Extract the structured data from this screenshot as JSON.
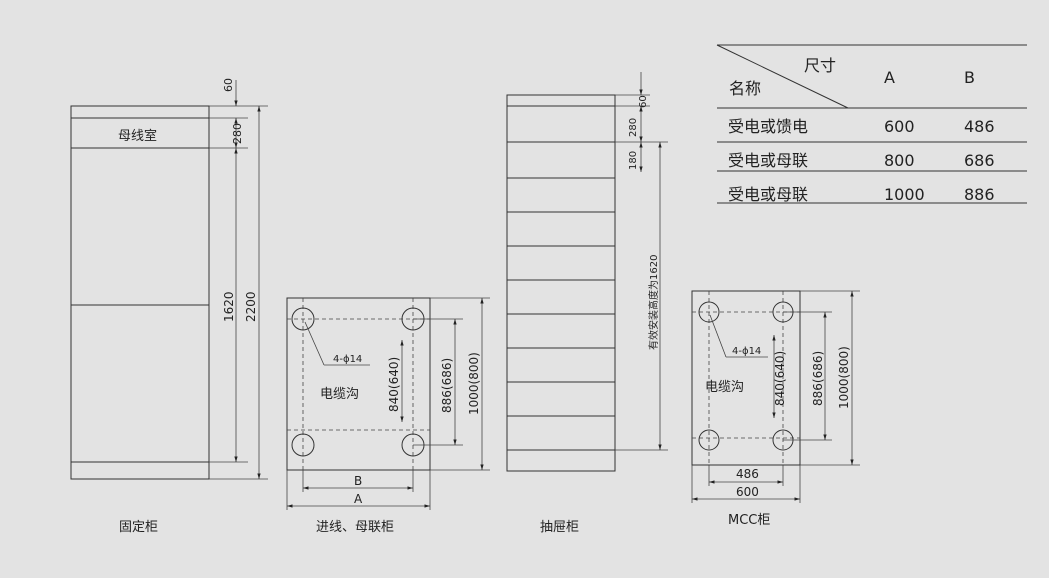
{
  "fixed": {
    "busbar_label": "母线室",
    "dim_60": "60",
    "dim_280": "280",
    "dim_1620": "1620",
    "dim_2200": "2200",
    "caption": "固定柜"
  },
  "incoming": {
    "hole_label": "4-ϕ14",
    "trench_label": "电缆沟",
    "dim_840": "840(640)",
    "dim_886": "886(686)",
    "dim_1000": "1000(800)",
    "dim_B": "B",
    "dim_A": "A",
    "caption": "进线、母联柜"
  },
  "drawer": {
    "dim_60": "60",
    "dim_280": "280",
    "dim_180": "180",
    "dim_effective": "有效安装高度为1620",
    "caption": "抽屉柜"
  },
  "mcc": {
    "hole_label": "4-ϕ14",
    "trench_label": "电缆沟",
    "dim_840": "840(640)",
    "dim_886": "886(686)",
    "dim_1000": "1000(800)",
    "dim_486": "486",
    "dim_600": "600",
    "caption": "MCC柜"
  },
  "table": {
    "header_size": "尺寸",
    "header_name": "名称",
    "col_A": "A",
    "col_B": "B",
    "rows": [
      {
        "name": "受电或馈电",
        "a": "600",
        "b": "486"
      },
      {
        "name": "受电或母联",
        "a": "800",
        "b": "686"
      },
      {
        "name": "受电或母联",
        "a": "1000",
        "b": "886"
      }
    ]
  }
}
